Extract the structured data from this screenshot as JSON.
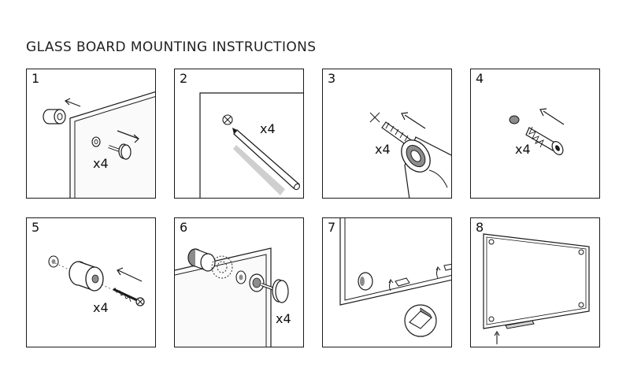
{
  "title": "GLASS BOARD MOUNTING INSTRUCTIONS",
  "steps": [
    {
      "number": "1",
      "quantity": "x4"
    },
    {
      "number": "2",
      "quantity": "x4"
    },
    {
      "number": "3",
      "quantity": "x4"
    },
    {
      "number": "4",
      "quantity": "x4"
    },
    {
      "number": "5",
      "quantity": "x4"
    },
    {
      "number": "6",
      "quantity": "x4"
    },
    {
      "number": "7",
      "quantity": ""
    },
    {
      "number": "8",
      "quantity": ""
    }
  ],
  "colors": {
    "line": "#1a1a1a",
    "shade": "#8c8c8c",
    "light": "#cfcfcf"
  }
}
